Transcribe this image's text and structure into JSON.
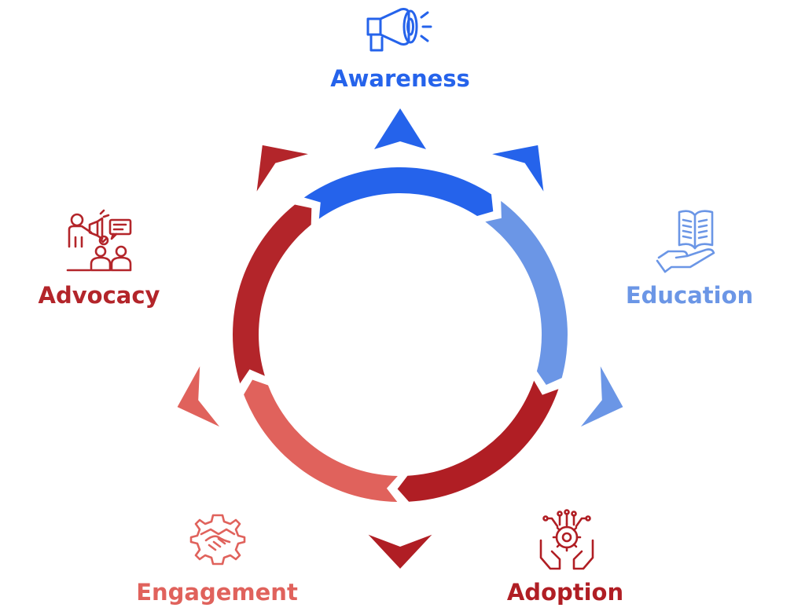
{
  "diagram": {
    "stages": [
      {
        "id": "awareness",
        "label": "Awareness",
        "color": "#2563eb",
        "icon": "megaphone-icon"
      },
      {
        "id": "education",
        "label": "Education",
        "color": "#6b96e6",
        "icon": "book-in-hand-icon"
      },
      {
        "id": "adoption",
        "label": "Adoption",
        "color": "#b01e24",
        "icon": "gear-circuit-hands-icon"
      },
      {
        "id": "engagement",
        "label": "Engagement",
        "color": "#e0625c",
        "icon": "handshake-gear-icon"
      },
      {
        "id": "advocacy",
        "label": "Advocacy",
        "color": "#b3252a",
        "icon": "speaker-audience-icon"
      }
    ]
  }
}
